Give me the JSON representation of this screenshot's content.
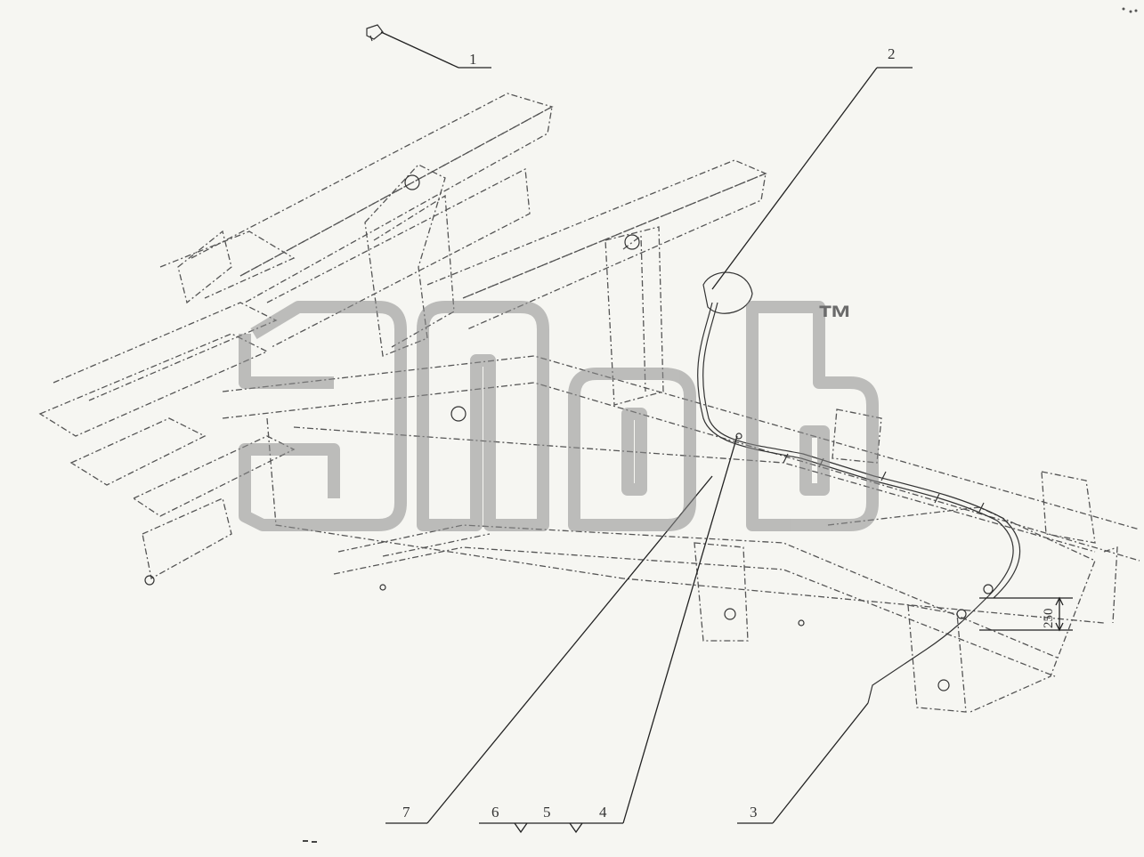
{
  "callouts": [
    {
      "id": "1",
      "label": "1"
    },
    {
      "id": "2",
      "label": "2"
    },
    {
      "id": "3",
      "label": "3"
    },
    {
      "id": "4",
      "label": "4"
    },
    {
      "id": "5",
      "label": "5"
    },
    {
      "id": "6",
      "label": "6"
    },
    {
      "id": "7",
      "label": "7"
    }
  ],
  "dimension": {
    "value": "250"
  },
  "watermark": {
    "text": "ЭПОБ",
    "tm": "™"
  },
  "colors": {
    "line": "#555555",
    "watermark": "#8c8c8c",
    "background": "#f6f6f2"
  }
}
